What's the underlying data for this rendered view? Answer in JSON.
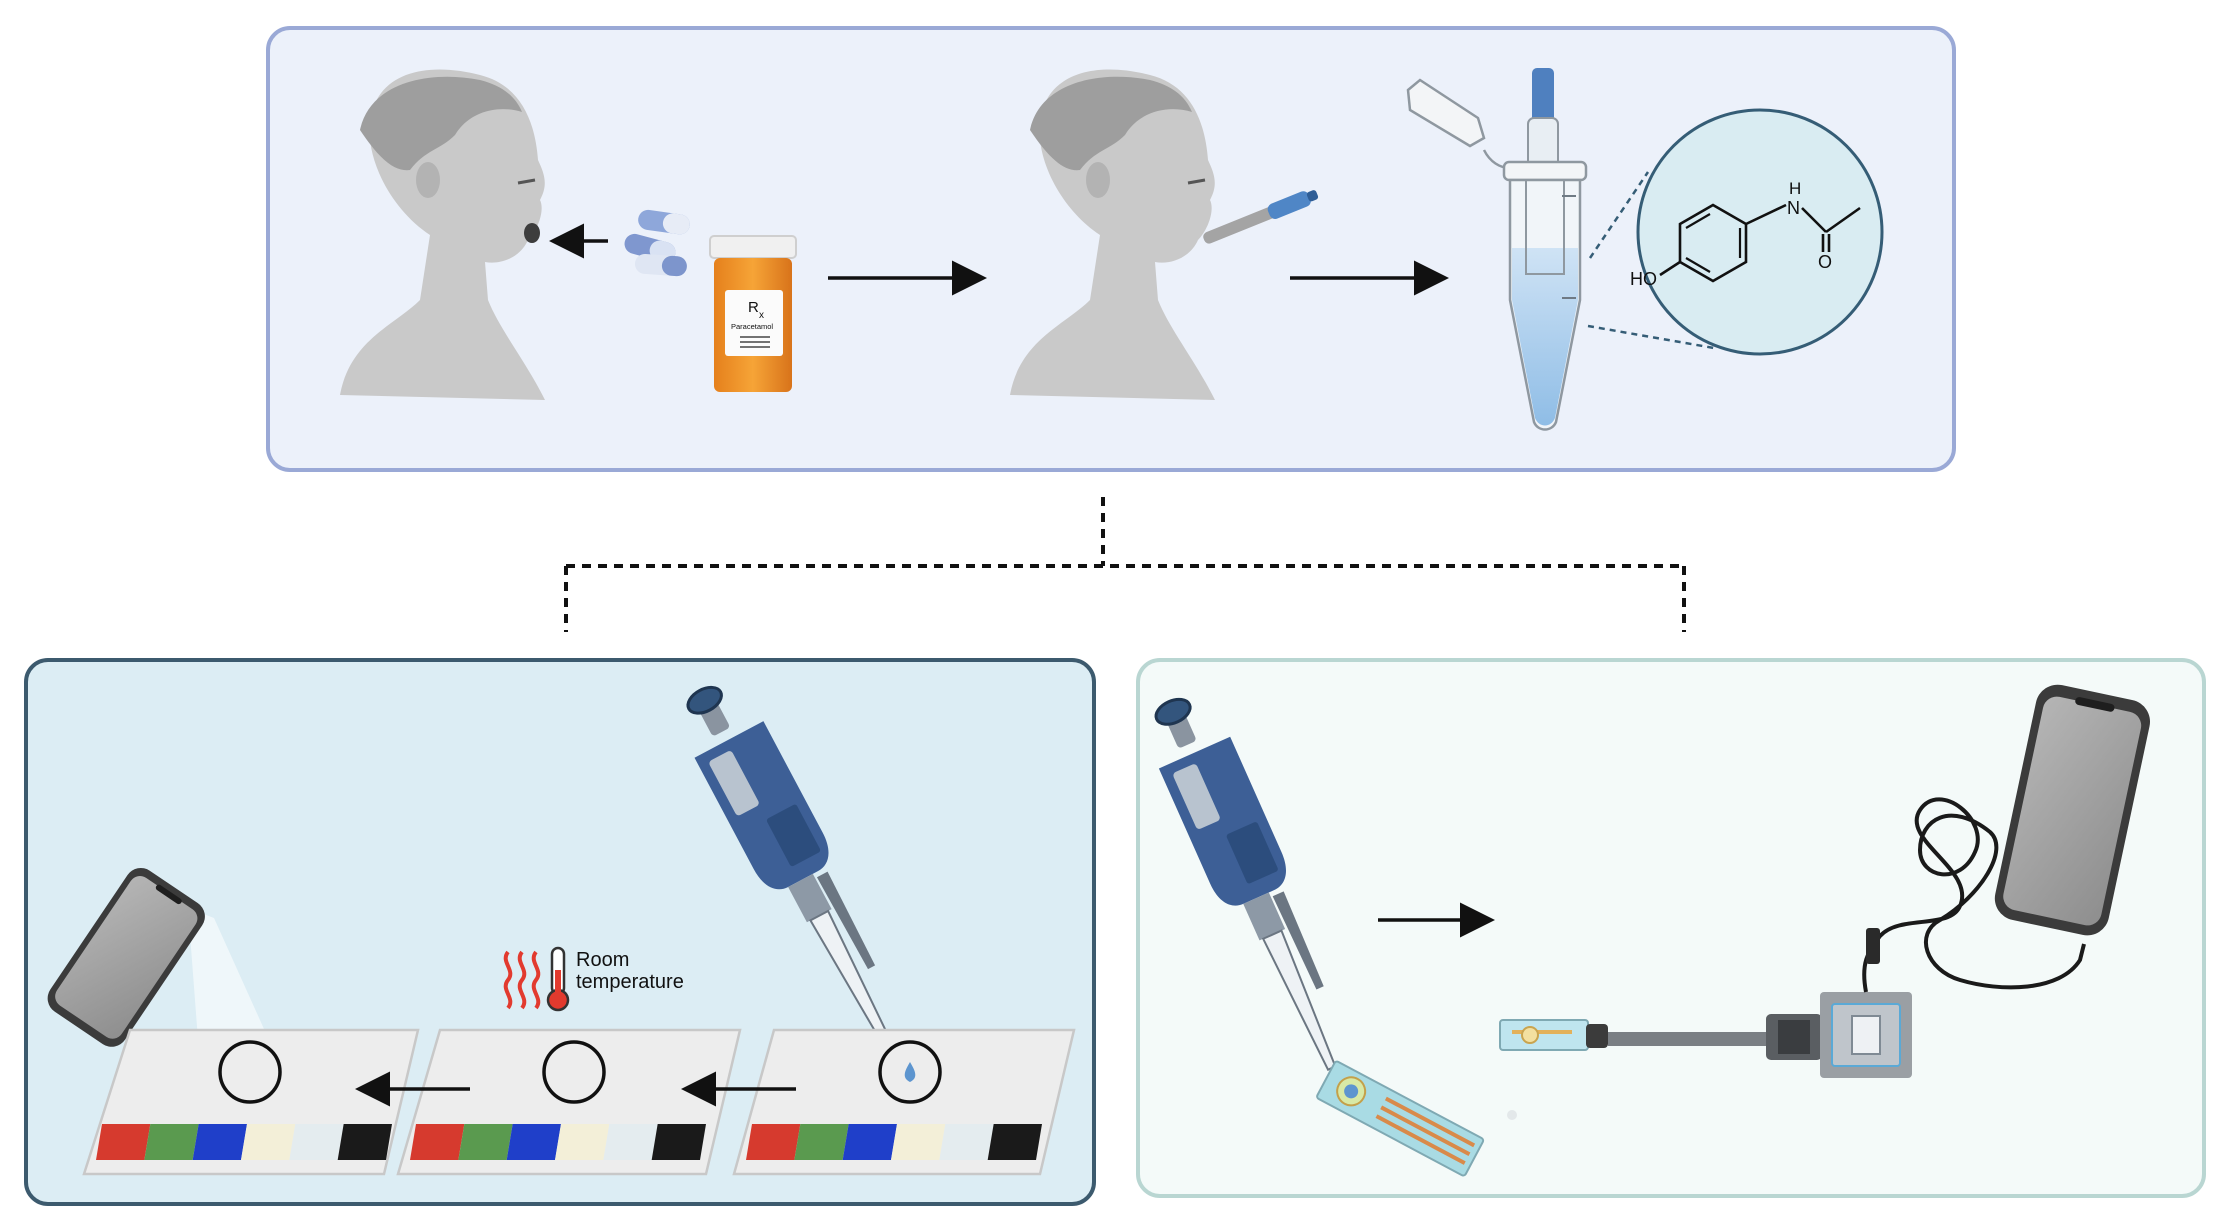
{
  "top_panel": {
    "bottle_label_rx": "R",
    "bottle_label_rx_sub": "x",
    "bottle_label_name": "Paracetamol",
    "molecule": {
      "atom_n": "N",
      "atom_h": "H",
      "atom_o": "O",
      "group_ho": "HO"
    }
  },
  "colorimetric_panel": {
    "condition_line1": "Room",
    "condition_line2": "temperature",
    "swatch_colors": [
      "#d63a2e",
      "#5a9a4f",
      "#1f3fc9",
      "#f3efd8",
      "#e4ecef",
      "#1a1a1a"
    ]
  },
  "colors": {
    "top_border": "#9aa9d6",
    "top_fill": "#ecf1fa",
    "left_border": "#3c5a6e",
    "left_fill": "#dcedf4",
    "right_border": "#b9d6d2",
    "right_fill": "#f4faf9"
  }
}
